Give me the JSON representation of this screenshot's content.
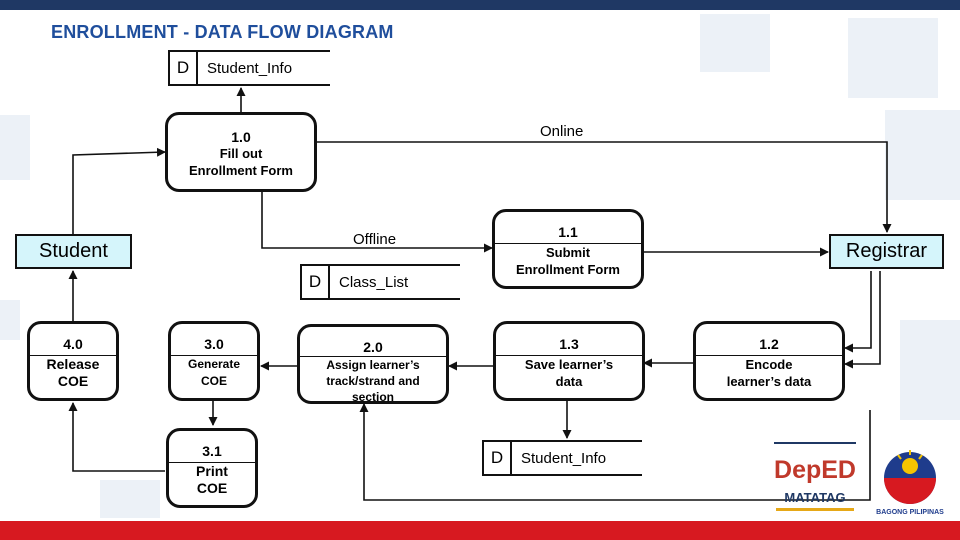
{
  "title": "ENROLLMENT - DATA FLOW DIAGRAM",
  "entities": {
    "student": "Student",
    "registrar": "Registrar"
  },
  "processes": {
    "p1_0": {
      "num": "1.0",
      "l1": "Fill out",
      "l2": "Enrollment Form"
    },
    "p1_1": {
      "num": "1.1",
      "l1": "Submit",
      "l2": "Enrollment Form"
    },
    "p1_2": {
      "num": "1.2",
      "l1": "Encode",
      "l2": "learner’s data"
    },
    "p1_3": {
      "num": "1.3",
      "l1": "Save learner’s",
      "l2": "data"
    },
    "p2_0": {
      "num": "2.0",
      "l1": "Assign  learner’s",
      "l2": "track/strand  and",
      "l3": "section"
    },
    "p3_0": {
      "num": "3.0",
      "l1": "Generate",
      "l2": "COE"
    },
    "p3_1": {
      "num": "3.1",
      "l1": "Print",
      "l2": "COE"
    },
    "p4_0": {
      "num": "4.0",
      "l1": "Release",
      "l2": "COE"
    }
  },
  "stores": {
    "top_student_info": {
      "d": "D",
      "name": "Student_Info"
    },
    "class_list": {
      "d": "D",
      "name": "Class_List"
    },
    "bottom_student_info": {
      "d": "D",
      "name": "Student_Info"
    }
  },
  "flow_labels": {
    "online": "Online",
    "offline": "Offline"
  },
  "logos": {
    "deped": "DepED",
    "matatag": "MATATAG",
    "bagong_pilipinas": "BAGONG PILIPINAS"
  },
  "colors": {
    "title": "#1f4e9c",
    "entity_fill": "#d5f5fb",
    "top_bar": "#1f3864",
    "bottom_bar": "#d71920"
  }
}
